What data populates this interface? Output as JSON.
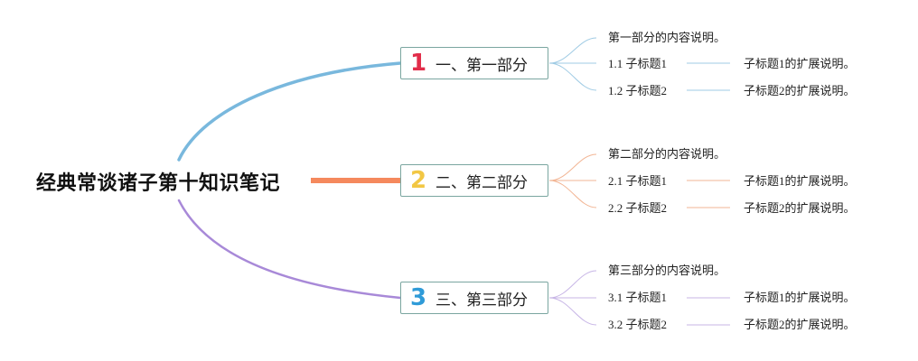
{
  "title": "经典常谈诸子第十知识笔记",
  "colors": {
    "top": "#79b8dd",
    "center": "#f5895d",
    "bottom": "#a889d8"
  },
  "sections": [
    {
      "number": "1",
      "number_color": "#e22d4a",
      "label": "一、第一部分",
      "description": "第一部分的内容说明。",
      "items": [
        {
          "label": "1.1 子标题1",
          "note": "子标题1的扩展说明。"
        },
        {
          "label": "1.2 子标题2",
          "note": "子标题2的扩展说明。"
        }
      ]
    },
    {
      "number": "2",
      "number_color": "#f2c744",
      "label": "二、第二部分",
      "description": "第二部分的内容说明。",
      "items": [
        {
          "label": "2.1 子标题1",
          "note": "子标题1的扩展说明。"
        },
        {
          "label": "2.2 子标题2",
          "note": "子标题2的扩展说明。"
        }
      ]
    },
    {
      "number": "3",
      "number_color": "#2f9bd8",
      "label": "三、第三部分",
      "description": "第三部分的内容说明。",
      "items": [
        {
          "label": "3.1 子标题1",
          "note": "子标题1的扩展说明。"
        },
        {
          "label": "3.2 子标题2",
          "note": "子标题2的扩展说明。"
        }
      ]
    }
  ]
}
